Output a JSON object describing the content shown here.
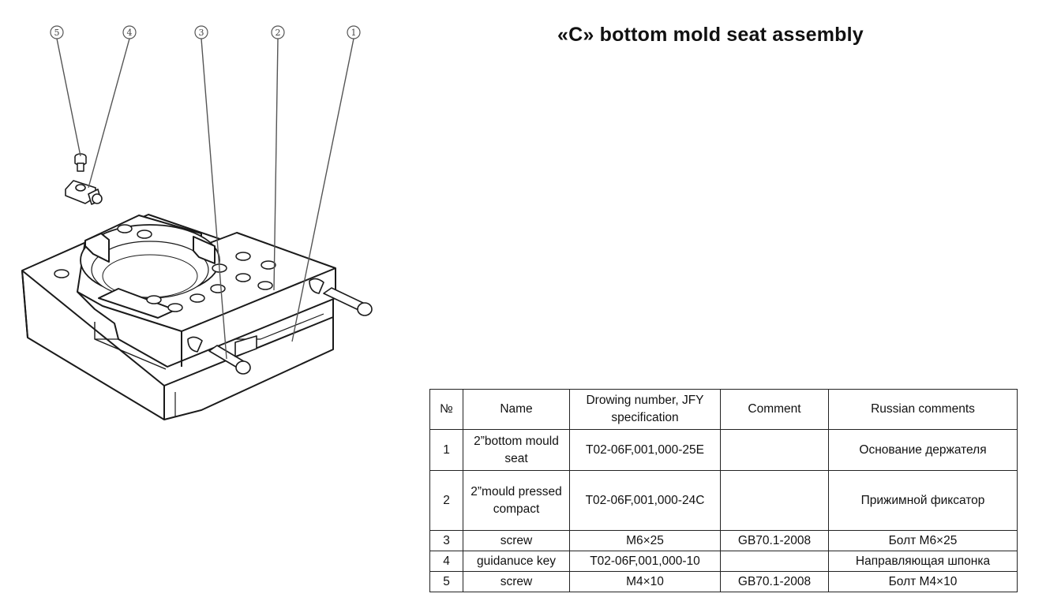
{
  "title": "«C» bottom mold seat assembly",
  "callouts": [
    "1",
    "2",
    "3",
    "4",
    "5"
  ],
  "table": {
    "headers": [
      "№",
      "Name",
      "Drowing  number, JFY specification",
      "Comment",
      "Russian comments"
    ],
    "rows": [
      {
        "no": "1",
        "name": "2”bottom mould seat",
        "drawing": "T02-06F,001,000-25E",
        "comment": "",
        "russian": "Основание держателя"
      },
      {
        "no": "2",
        "name": "2”mould pressed compact",
        "drawing": "T02-06F,001,000-24C",
        "comment": "",
        "russian": "Прижимной фиксатор"
      },
      {
        "no": "3",
        "name": "screw",
        "drawing": "M6×25",
        "comment": "GB70.1-2008",
        "russian": "Болт М6×25"
      },
      {
        "no": "4",
        "name": "guidanuce key",
        "drawing": "T02-06F,001,000-10",
        "comment": "",
        "russian": "Направляющая шпонка"
      },
      {
        "no": "5",
        "name": "screw",
        "drawing": "M4×10",
        "comment": "GB70.1-2008",
        "russian": "Болт М4×10"
      }
    ]
  }
}
